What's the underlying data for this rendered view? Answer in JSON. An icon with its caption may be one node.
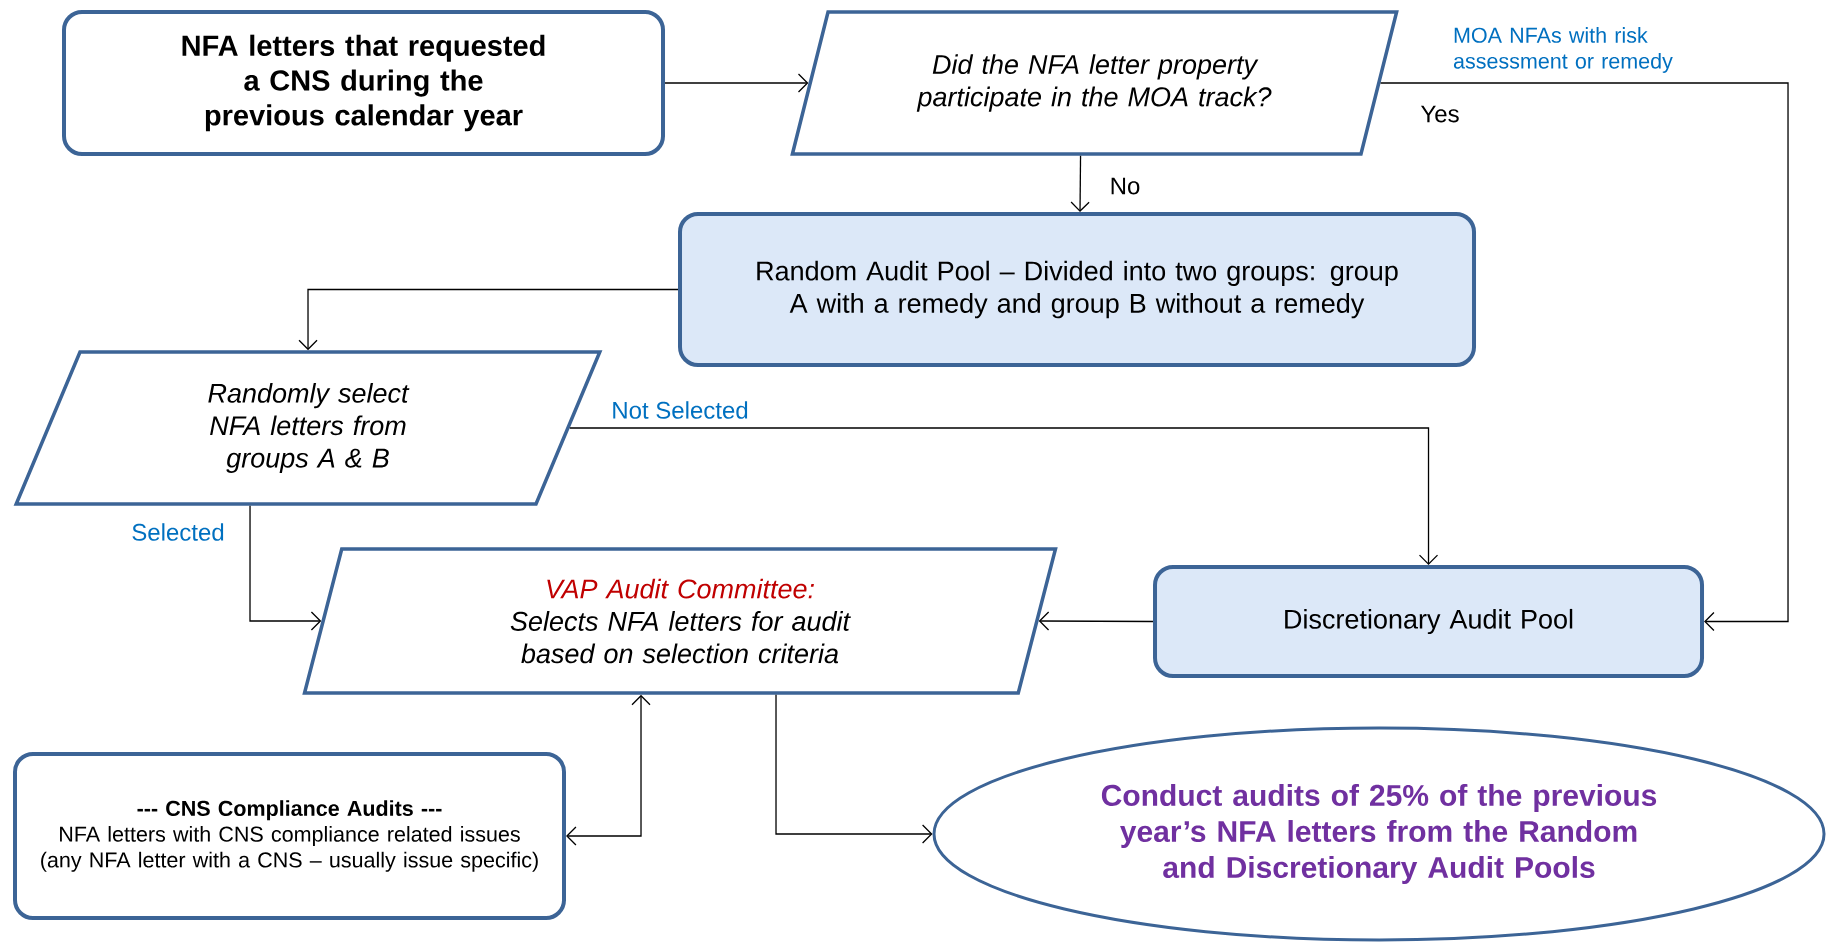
{
  "diagram": {
    "nodes": [
      {
        "text": [
          "NFA letters that requested a CNS during the previous calendar year"
        ]
      },
      {
        "text": [
          "Did the NFA letter property participate in the MOA track?"
        ]
      },
      {
        "text": [
          "Random Audit Pool – Divided into two groups:  group A with a remedy and group B without a remedy"
        ]
      },
      {
        "text": [
          "Randomly select NFA letters from groups A & B"
        ]
      },
      {
        "text": [
          "VAP Audit Committee:",
          "Selects NFA letters for audit based on selection criteria"
        ]
      },
      {
        "text": [
          "Discretionary Audit Pool"
        ]
      },
      {
        "text": [
          "--- CNS Compliance  Audits ---",
          "NFA letters with CNS compliance related issues (any NFA letter with a CNS – usually issue specific)"
        ]
      },
      {
        "text": [
          "Conduct audits of 25% of the previous year’s NFA letters from the Random and Discretionary Audit Pools"
        ]
      }
    ],
    "edges": [
      {
        "from": 0,
        "to": 1,
        "arrow": "to"
      },
      {
        "from": 1,
        "to": 5,
        "arrow": "to",
        "label": "Yes"
      },
      {
        "from": 1,
        "to": 2,
        "arrow": "to",
        "label": "No"
      },
      {
        "from": 2,
        "to": 3,
        "arrow": "to"
      },
      {
        "from": 3,
        "to": 5,
        "arrow": "to",
        "label": "Not Selected"
      },
      {
        "from": 3,
        "to": 4,
        "arrow": "to",
        "label": "Selected"
      },
      {
        "from": 5,
        "to": 4,
        "arrow": "to"
      },
      {
        "from": 6,
        "to": 4,
        "arrow": "both"
      },
      {
        "from": 4,
        "to": 7,
        "arrow": "to"
      }
    ],
    "labels": [
      "MOA NFAs with risk assessment or remedy"
    ]
  }
}
